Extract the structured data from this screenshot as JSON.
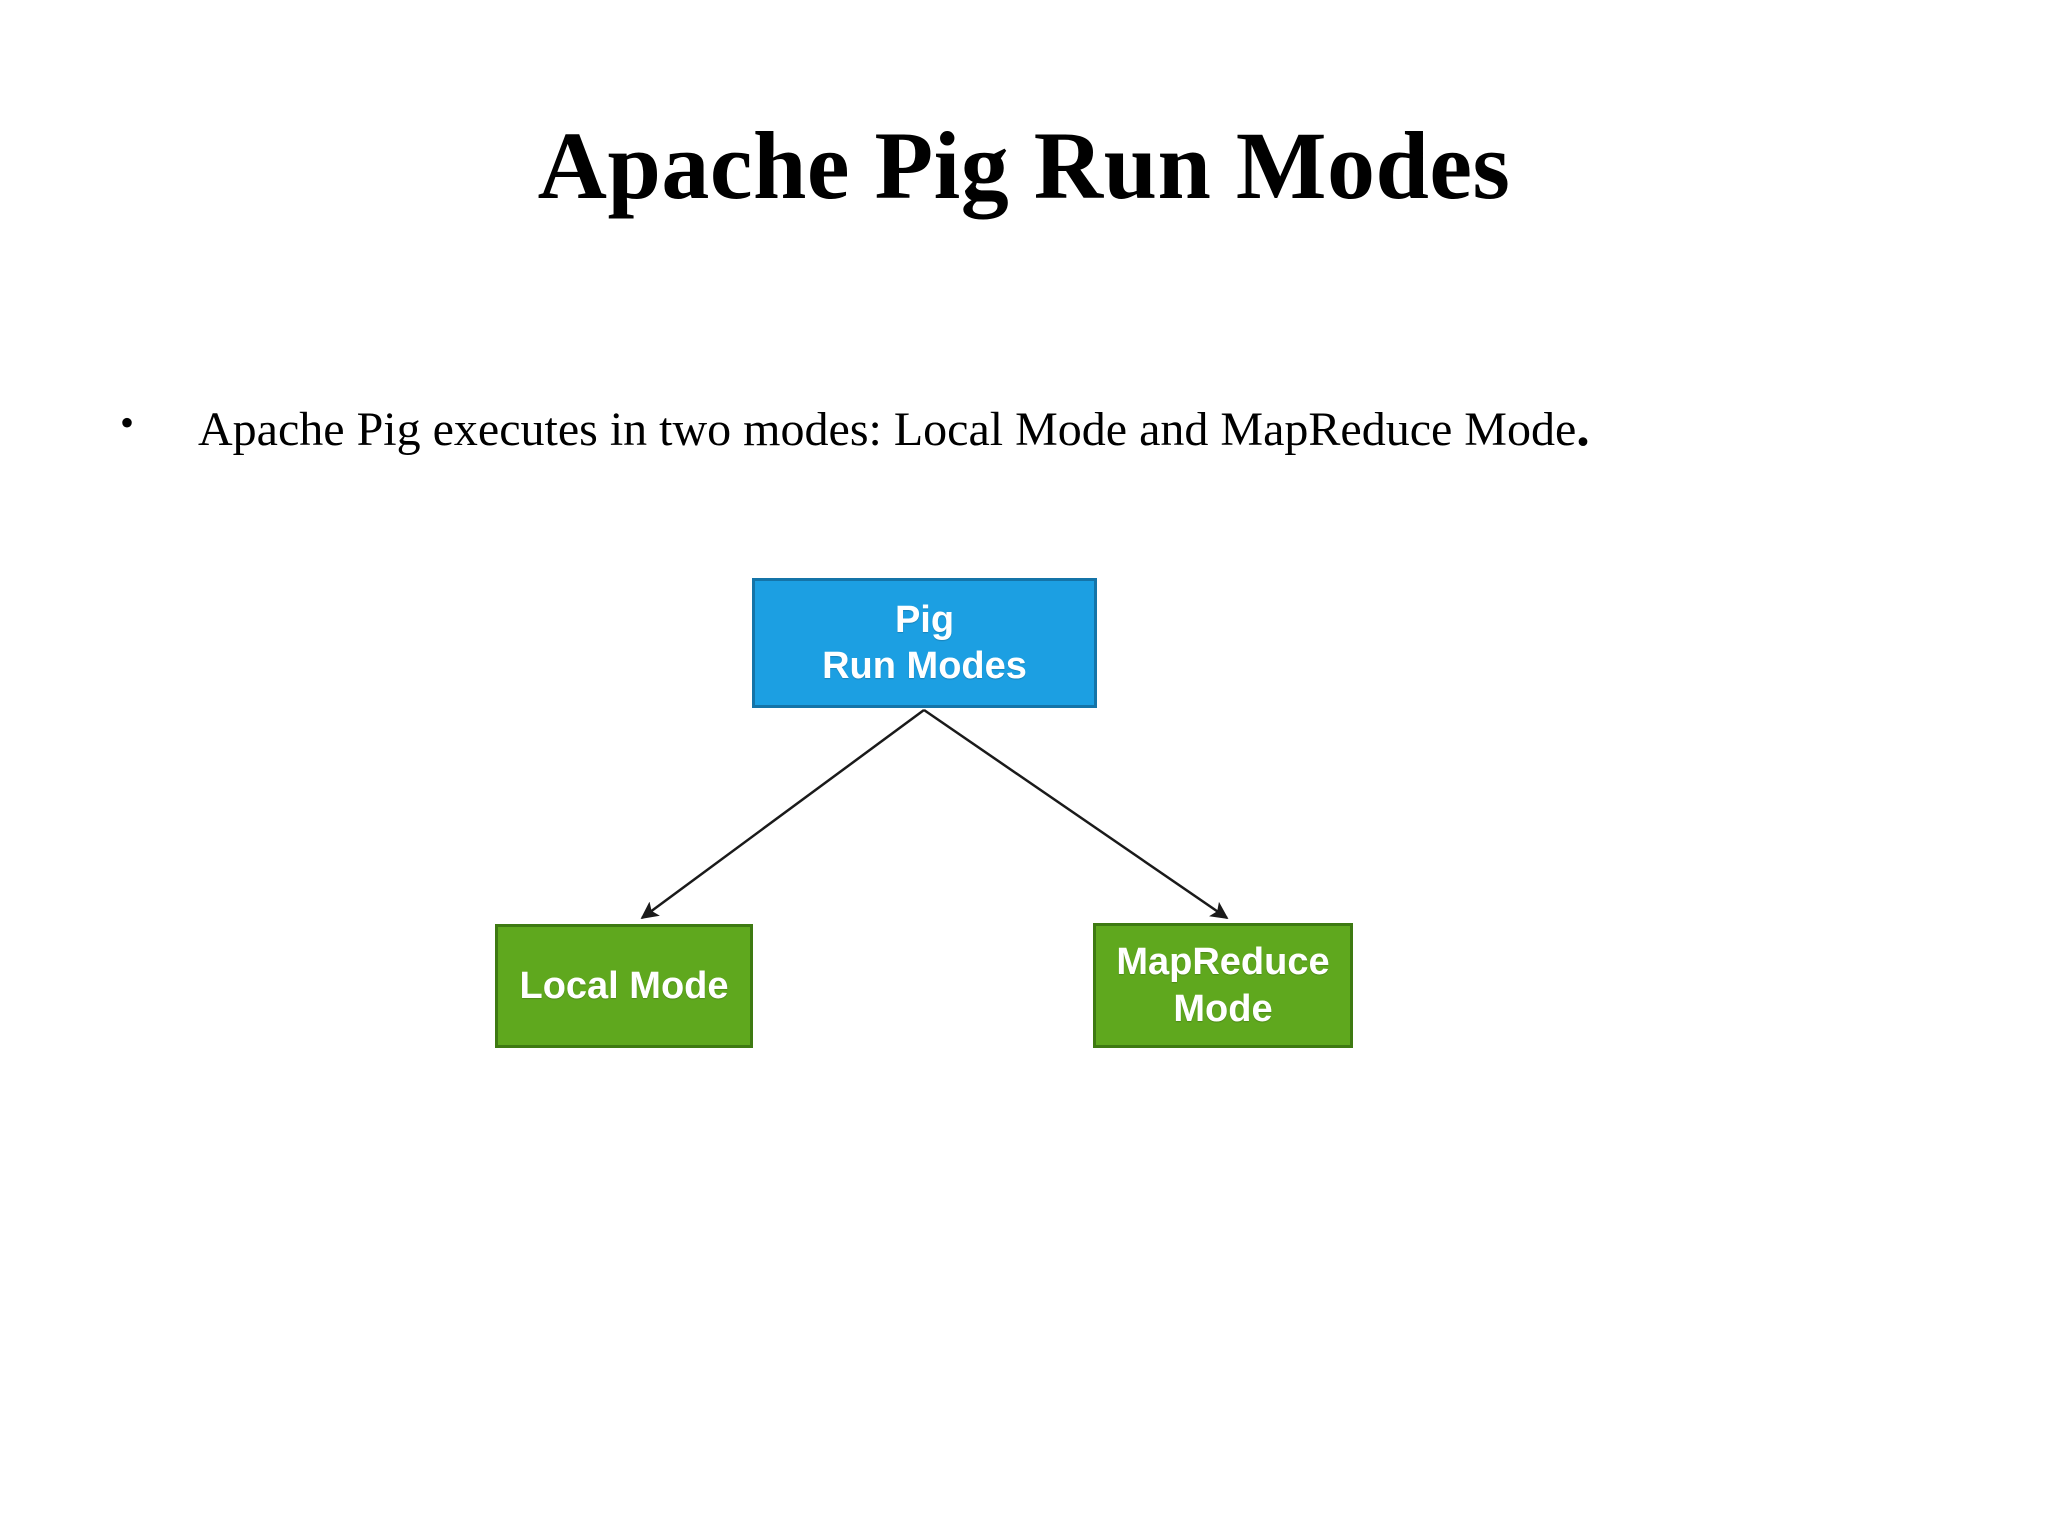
{
  "slide": {
    "title": "Apache Pig Run Modes",
    "background_color": "#FFFFFF",
    "bullets": [
      {
        "marker": "•",
        "text": "Apache Pig executes in two modes: Local Mode and MapReduce Mode",
        "trailing_period": "."
      }
    ]
  },
  "diagram": {
    "type": "tree",
    "colors": {
      "root_fill": "#1C9FE2",
      "root_border": "#1474A8",
      "child_fill": "#5FA81E",
      "child_border": "#3E7A12",
      "node_text": "#FFFFFF",
      "arrow": "#1A1A1A"
    },
    "nodes": {
      "root": {
        "label": "Pig\nRun Modes",
        "line1": "Pig",
        "line2": "Run Modes"
      },
      "local": {
        "label": "Local Mode",
        "line1": "Local Mode"
      },
      "mapreduce": {
        "label": "MapReduce\nMode",
        "line1": "MapReduce",
        "line2": "Mode"
      }
    },
    "edges": [
      {
        "from": "root",
        "to": "local",
        "arrowhead": "filled-triangle"
      },
      {
        "from": "root",
        "to": "mapreduce",
        "arrowhead": "filled-triangle"
      }
    ]
  }
}
